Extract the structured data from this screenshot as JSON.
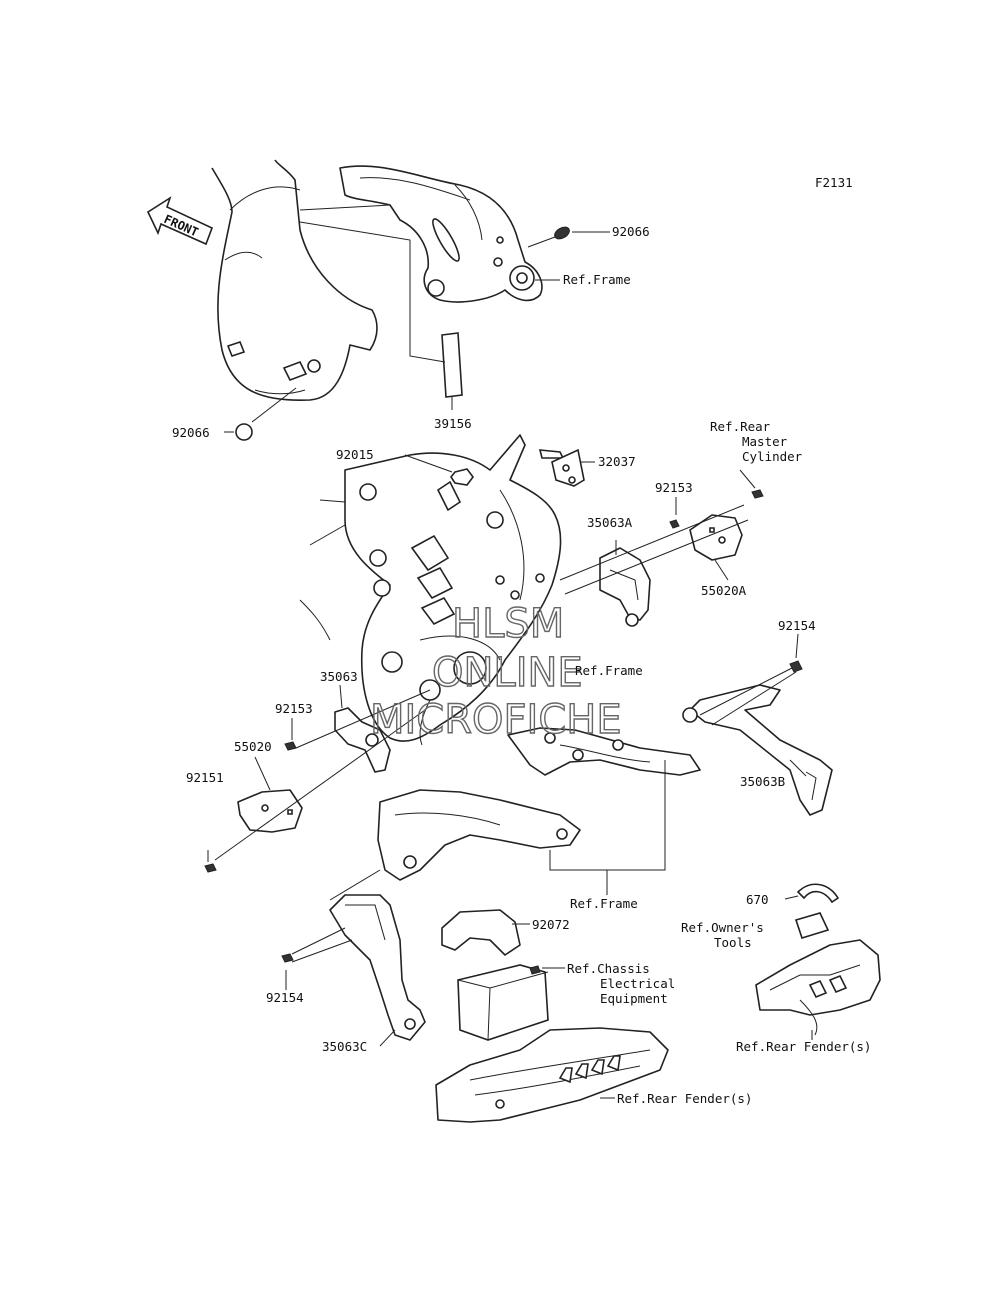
{
  "figure_code": "F2131",
  "front_arrow_text": "FRONT",
  "watermark": [
    "HLSM",
    "ONLINE",
    "MICROFICHE"
  ],
  "labels": {
    "p92066_top": "92066",
    "ref_frame_top": "Ref.Frame",
    "p92066_left": "92066",
    "p39156": "39156",
    "p92015": "92015",
    "p32037": "32037",
    "ref_rear_master_1": "Ref.Rear",
    "ref_rear_master_2": "Master",
    "ref_rear_master_3": "Cylinder",
    "p92153_right": "92153",
    "p35063A": "35063A",
    "p55020A": "55020A",
    "p92154_right": "92154",
    "ref_frame_mid": "Ref.Frame",
    "p35063": "35063",
    "p92153_left": "92153",
    "p55020": "55020",
    "p92151": "92151",
    "p35063B": "35063B",
    "ref_frame_bottom": "Ref.Frame",
    "p670": "670",
    "ref_owners_1": "Ref.Owner's",
    "ref_owners_2": "Tools",
    "p92072": "92072",
    "ref_chassis_1": "Ref.Chassis",
    "ref_chassis_2": "Electrical",
    "ref_chassis_3": "Equipment",
    "p92154_left": "92154",
    "p35063C": "35063C",
    "ref_rear_fender_right": "Ref.Rear Fender(s)",
    "ref_rear_fender_bottom": "Ref.Rear Fender(s)"
  }
}
